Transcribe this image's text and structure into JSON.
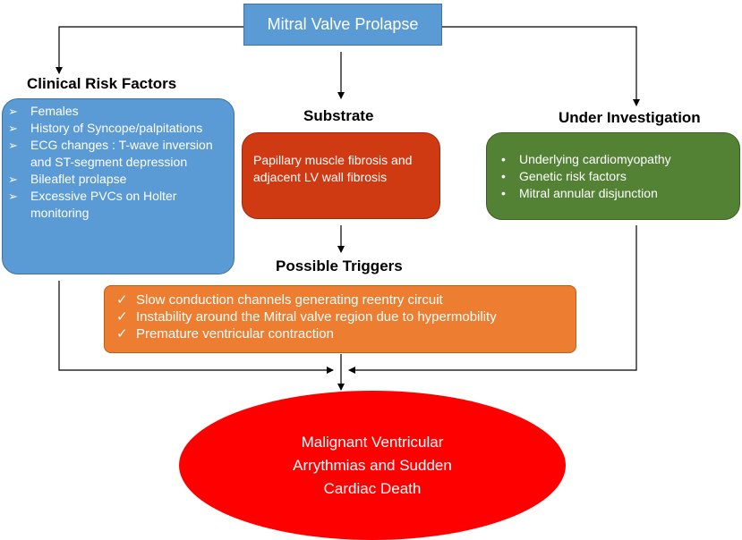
{
  "title": "Mitral Valve Prolapse",
  "clinical_risk_factors": {
    "heading": "Clinical Risk Factors",
    "items": [
      {
        "marker": "➢",
        "text": "Females"
      },
      {
        "marker": "➢",
        "text": "History of Syncope/palpitations"
      },
      {
        "marker": "➢",
        "text": "ECG changes : T-wave inversion and ST-segment depression"
      },
      {
        "marker": "➢",
        "text": "Bileaflet prolapse"
      },
      {
        "marker": "➢",
        "text": "Excessive PVCs on Holter monitoring"
      }
    ],
    "color": "#5b9bd5"
  },
  "substrate": {
    "heading": "Substrate",
    "text": "Papillary muscle fibrosis and adjacent LV wall fibrosis",
    "color": "#d03a13"
  },
  "under_investigation": {
    "heading": "Under Investigation",
    "items": [
      {
        "marker": "•",
        "text": "Underlying cardiomyopathy"
      },
      {
        "marker": "•",
        "text": "Genetic risk factors"
      },
      {
        "marker": "•",
        "text": "Mitral annular disjunction"
      }
    ],
    "color": "#548235"
  },
  "possible_triggers": {
    "heading": "Possible Triggers",
    "items": [
      {
        "marker": "✓",
        "text": "Slow conduction channels generating reentry circuit"
      },
      {
        "marker": "✓",
        "text": "Instability around the Mitral valve region due to hypermobility"
      },
      {
        "marker": "✓",
        "text": "Premature ventricular contraction"
      }
    ],
    "color": "#ed7d31"
  },
  "outcome": {
    "lines": [
      "Malignant Ventricular",
      "Arrythmias and Sudden",
      "Cardiac Death"
    ],
    "color": "#ff0000"
  }
}
